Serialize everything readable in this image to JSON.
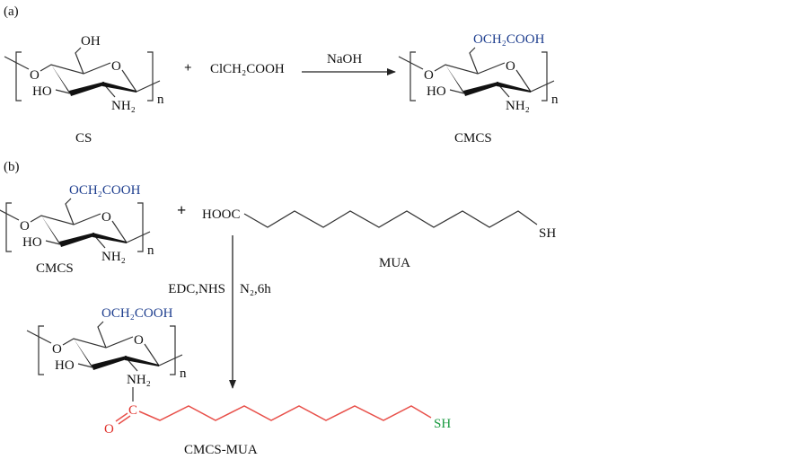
{
  "panel_a": {
    "label": "(a)",
    "reactant_cs": {
      "oh": "OH",
      "ring_o": "O",
      "link_o": "O",
      "ho": "HO",
      "nh2": "NH₂",
      "n": "n",
      "name": "CS"
    },
    "plus": "+",
    "reagent": "ClCH₂COOH",
    "condition": "NaOH",
    "product_cmcs": {
      "substituent": "OCH₂COOH",
      "ring_o": "O",
      "link_o": "O",
      "ho": "HO",
      "nh2": "NH₂",
      "n": "n",
      "name": "CMCS"
    }
  },
  "panel_b": {
    "label": "(b)",
    "reactant_cmcs": {
      "substituent": "OCH₂COOH",
      "ring_o": "O",
      "link_o": "O",
      "ho": "HO",
      "nh2": "NH₂",
      "n": "n",
      "name": "CMCS"
    },
    "plus": "+",
    "mua": {
      "head": "HOOC",
      "tail": "SH",
      "name": "MUA"
    },
    "condition_left": "EDC,NHS",
    "condition_right": "N₂,6h",
    "product": {
      "substituent": "OCH₂COOH",
      "ring_o": "O",
      "link_o": "O",
      "ho": "HO",
      "nh2": "NH₂",
      "n": "n",
      "carbonyl_c": "C",
      "carbonyl_o": "O",
      "tail": "SH",
      "name": "CMCS-MUA"
    }
  },
  "colors": {
    "substituent": "#1f3f8f",
    "amide_chain": "#e8504a",
    "thiol": "#1a9a40"
  }
}
